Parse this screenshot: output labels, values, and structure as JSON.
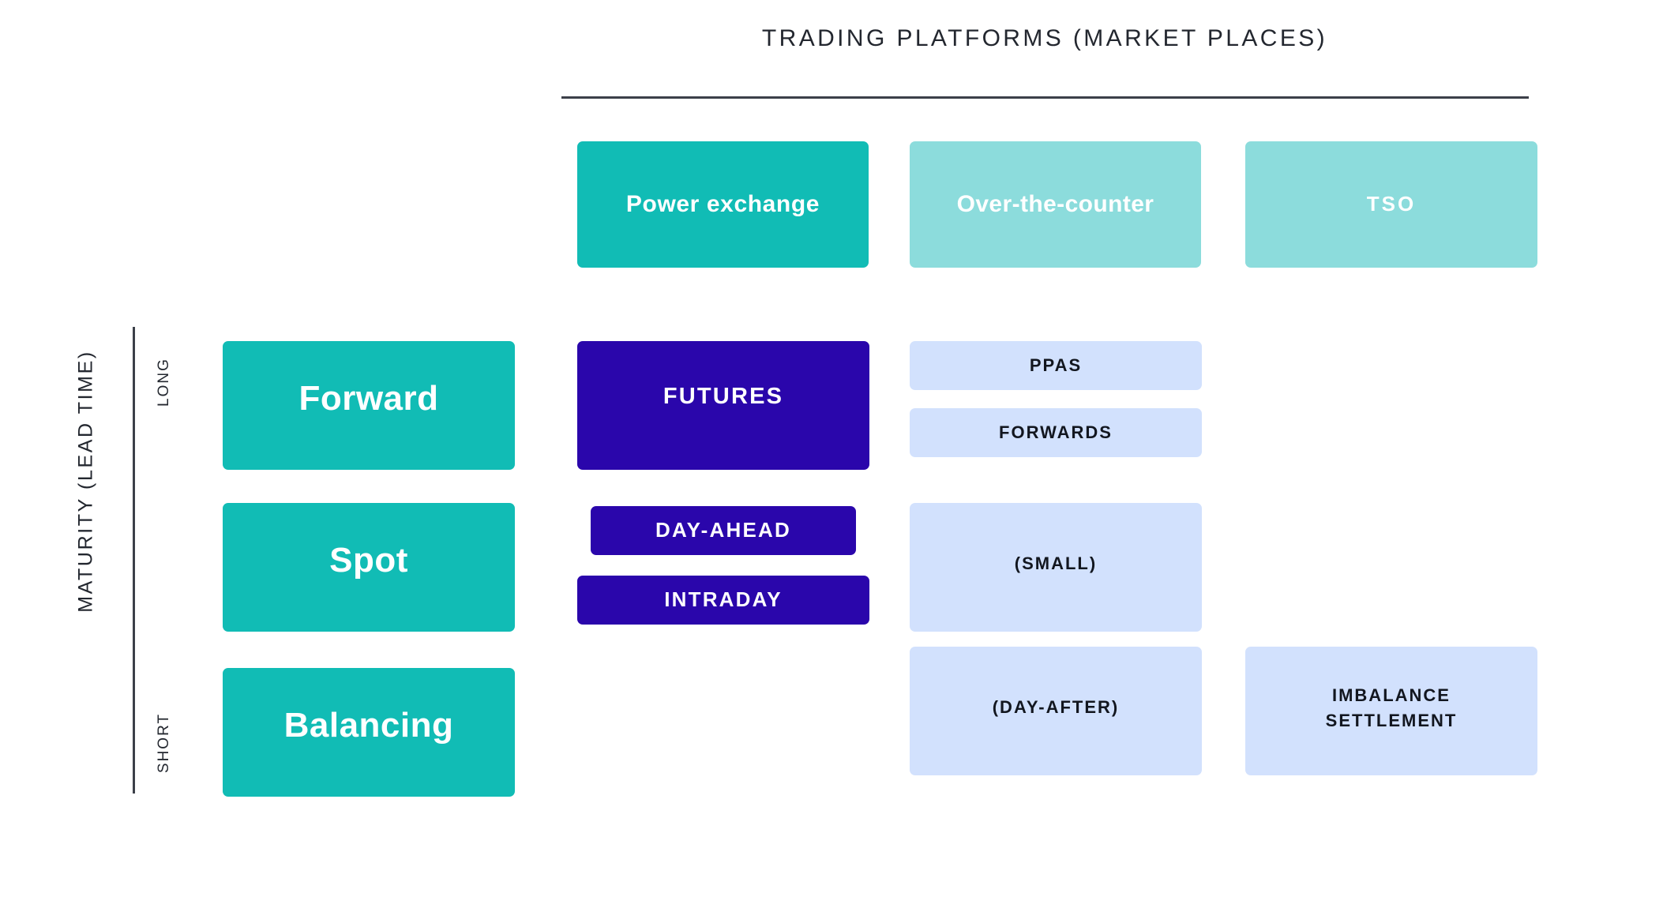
{
  "header": {
    "title": "TRADING PLATFORMS (MARKET PLACES)"
  },
  "axis": {
    "label": "MATURITY (LEAD TIME)",
    "top_tick": "LONG",
    "bottom_tick": "SHORT"
  },
  "platforms": [
    {
      "label": "Power exchange",
      "color": "#11bcb5"
    },
    {
      "label": "Over-the-counter",
      "color": "#8cdcdc"
    },
    {
      "label": "TSO",
      "color": "#8cdcdc"
    }
  ],
  "maturities": [
    {
      "label": "Forward",
      "color": "#11bcb5"
    },
    {
      "label": "Spot",
      "color": "#11bcb5"
    },
    {
      "label": "Balancing",
      "color": "#11bcb5"
    }
  ],
  "products": {
    "futures": "FUTURES",
    "day_ahead": "DAY-AHEAD",
    "intraday": "INTRADAY",
    "ppas": "PPAS",
    "forwards": "FORWARDS",
    "small": "(SMALL)",
    "day_after": "(DAY-AFTER)",
    "imbalance_line1": "IMBALANCE",
    "imbalance_line2": "SETTLEMENT"
  },
  "colors": {
    "teal": "#11bcb5",
    "light_teal": "#8cdcdc",
    "purple": "#2a06ab",
    "light_blue": "#d2e1fd",
    "ink": "#23272f",
    "white": "#ffffff"
  },
  "chart_data": {
    "type": "table",
    "title": "TRADING PLATFORMS (MARKET PLACES)",
    "xlabel": "TRADING PLATFORMS (MARKET PLACES)",
    "ylabel": "MATURITY (LEAD TIME)",
    "grid": false,
    "legend": "none",
    "columns": [
      "Power exchange",
      "Over-the-counter",
      "TSO"
    ],
    "rows": [
      "Forward",
      "Spot",
      "Balancing"
    ],
    "row_axis_ticks": [
      "LONG",
      "SHORT"
    ],
    "cells": [
      {
        "row": "Forward",
        "column": "Power exchange",
        "items": [
          "FUTURES"
        ]
      },
      {
        "row": "Forward",
        "column": "Over-the-counter",
        "items": [
          "PPAS",
          "FORWARDS"
        ]
      },
      {
        "row": "Forward",
        "column": "TSO",
        "items": []
      },
      {
        "row": "Spot",
        "column": "Power exchange",
        "items": [
          "DAY-AHEAD",
          "INTRADAY"
        ]
      },
      {
        "row": "Spot",
        "column": "Over-the-counter",
        "items": [
          "(SMALL)"
        ]
      },
      {
        "row": "Spot",
        "column": "TSO",
        "items": []
      },
      {
        "row": "Balancing",
        "column": "Power exchange",
        "items": []
      },
      {
        "row": "Balancing",
        "column": "Over-the-counter",
        "items": [
          "(DAY-AFTER)"
        ]
      },
      {
        "row": "Balancing",
        "column": "TSO",
        "items": [
          "IMBALANCE SETTLEMENT"
        ]
      }
    ]
  }
}
